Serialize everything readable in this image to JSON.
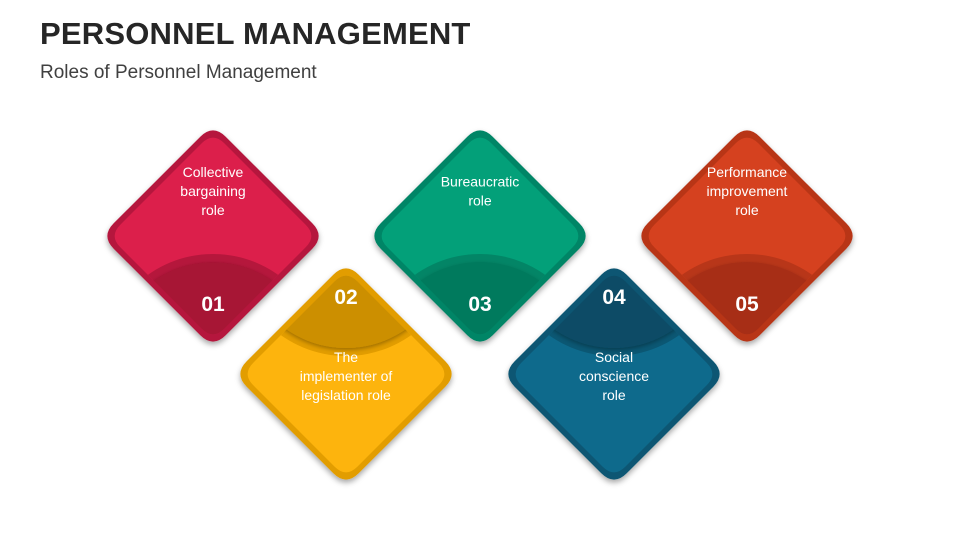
{
  "header": {
    "title": "PERSONNEL MANAGEMENT",
    "subtitle": "Roles of Personnel Management"
  },
  "roles": [
    {
      "number": "01",
      "label_lines": [
        "Collective",
        "bargaining",
        "role"
      ],
      "color": "#DC1F4B",
      "dark": "#A71234",
      "rim": "#B5173C"
    },
    {
      "number": "02",
      "label_lines": [
        "The",
        "implementer of",
        "legislation role"
      ],
      "color": "#FDB40D",
      "dark": "#CC8F00",
      "rim": "#E29D00"
    },
    {
      "number": "03",
      "label_lines": [
        "Bureaucratic",
        "role"
      ],
      "color": "#03A079",
      "dark": "#037A5D",
      "rim": "#038566"
    },
    {
      "number": "04",
      "label_lines": [
        "Social",
        "conscience",
        "role"
      ],
      "color": "#0E6A8C",
      "dark": "#0B4C66",
      "rim": "#0B5773"
    },
    {
      "number": "05",
      "label_lines": [
        "Performance",
        "improvement",
        "role"
      ],
      "color": "#D5411F",
      "dark": "#A72F17",
      "rim": "#B83619"
    }
  ]
}
